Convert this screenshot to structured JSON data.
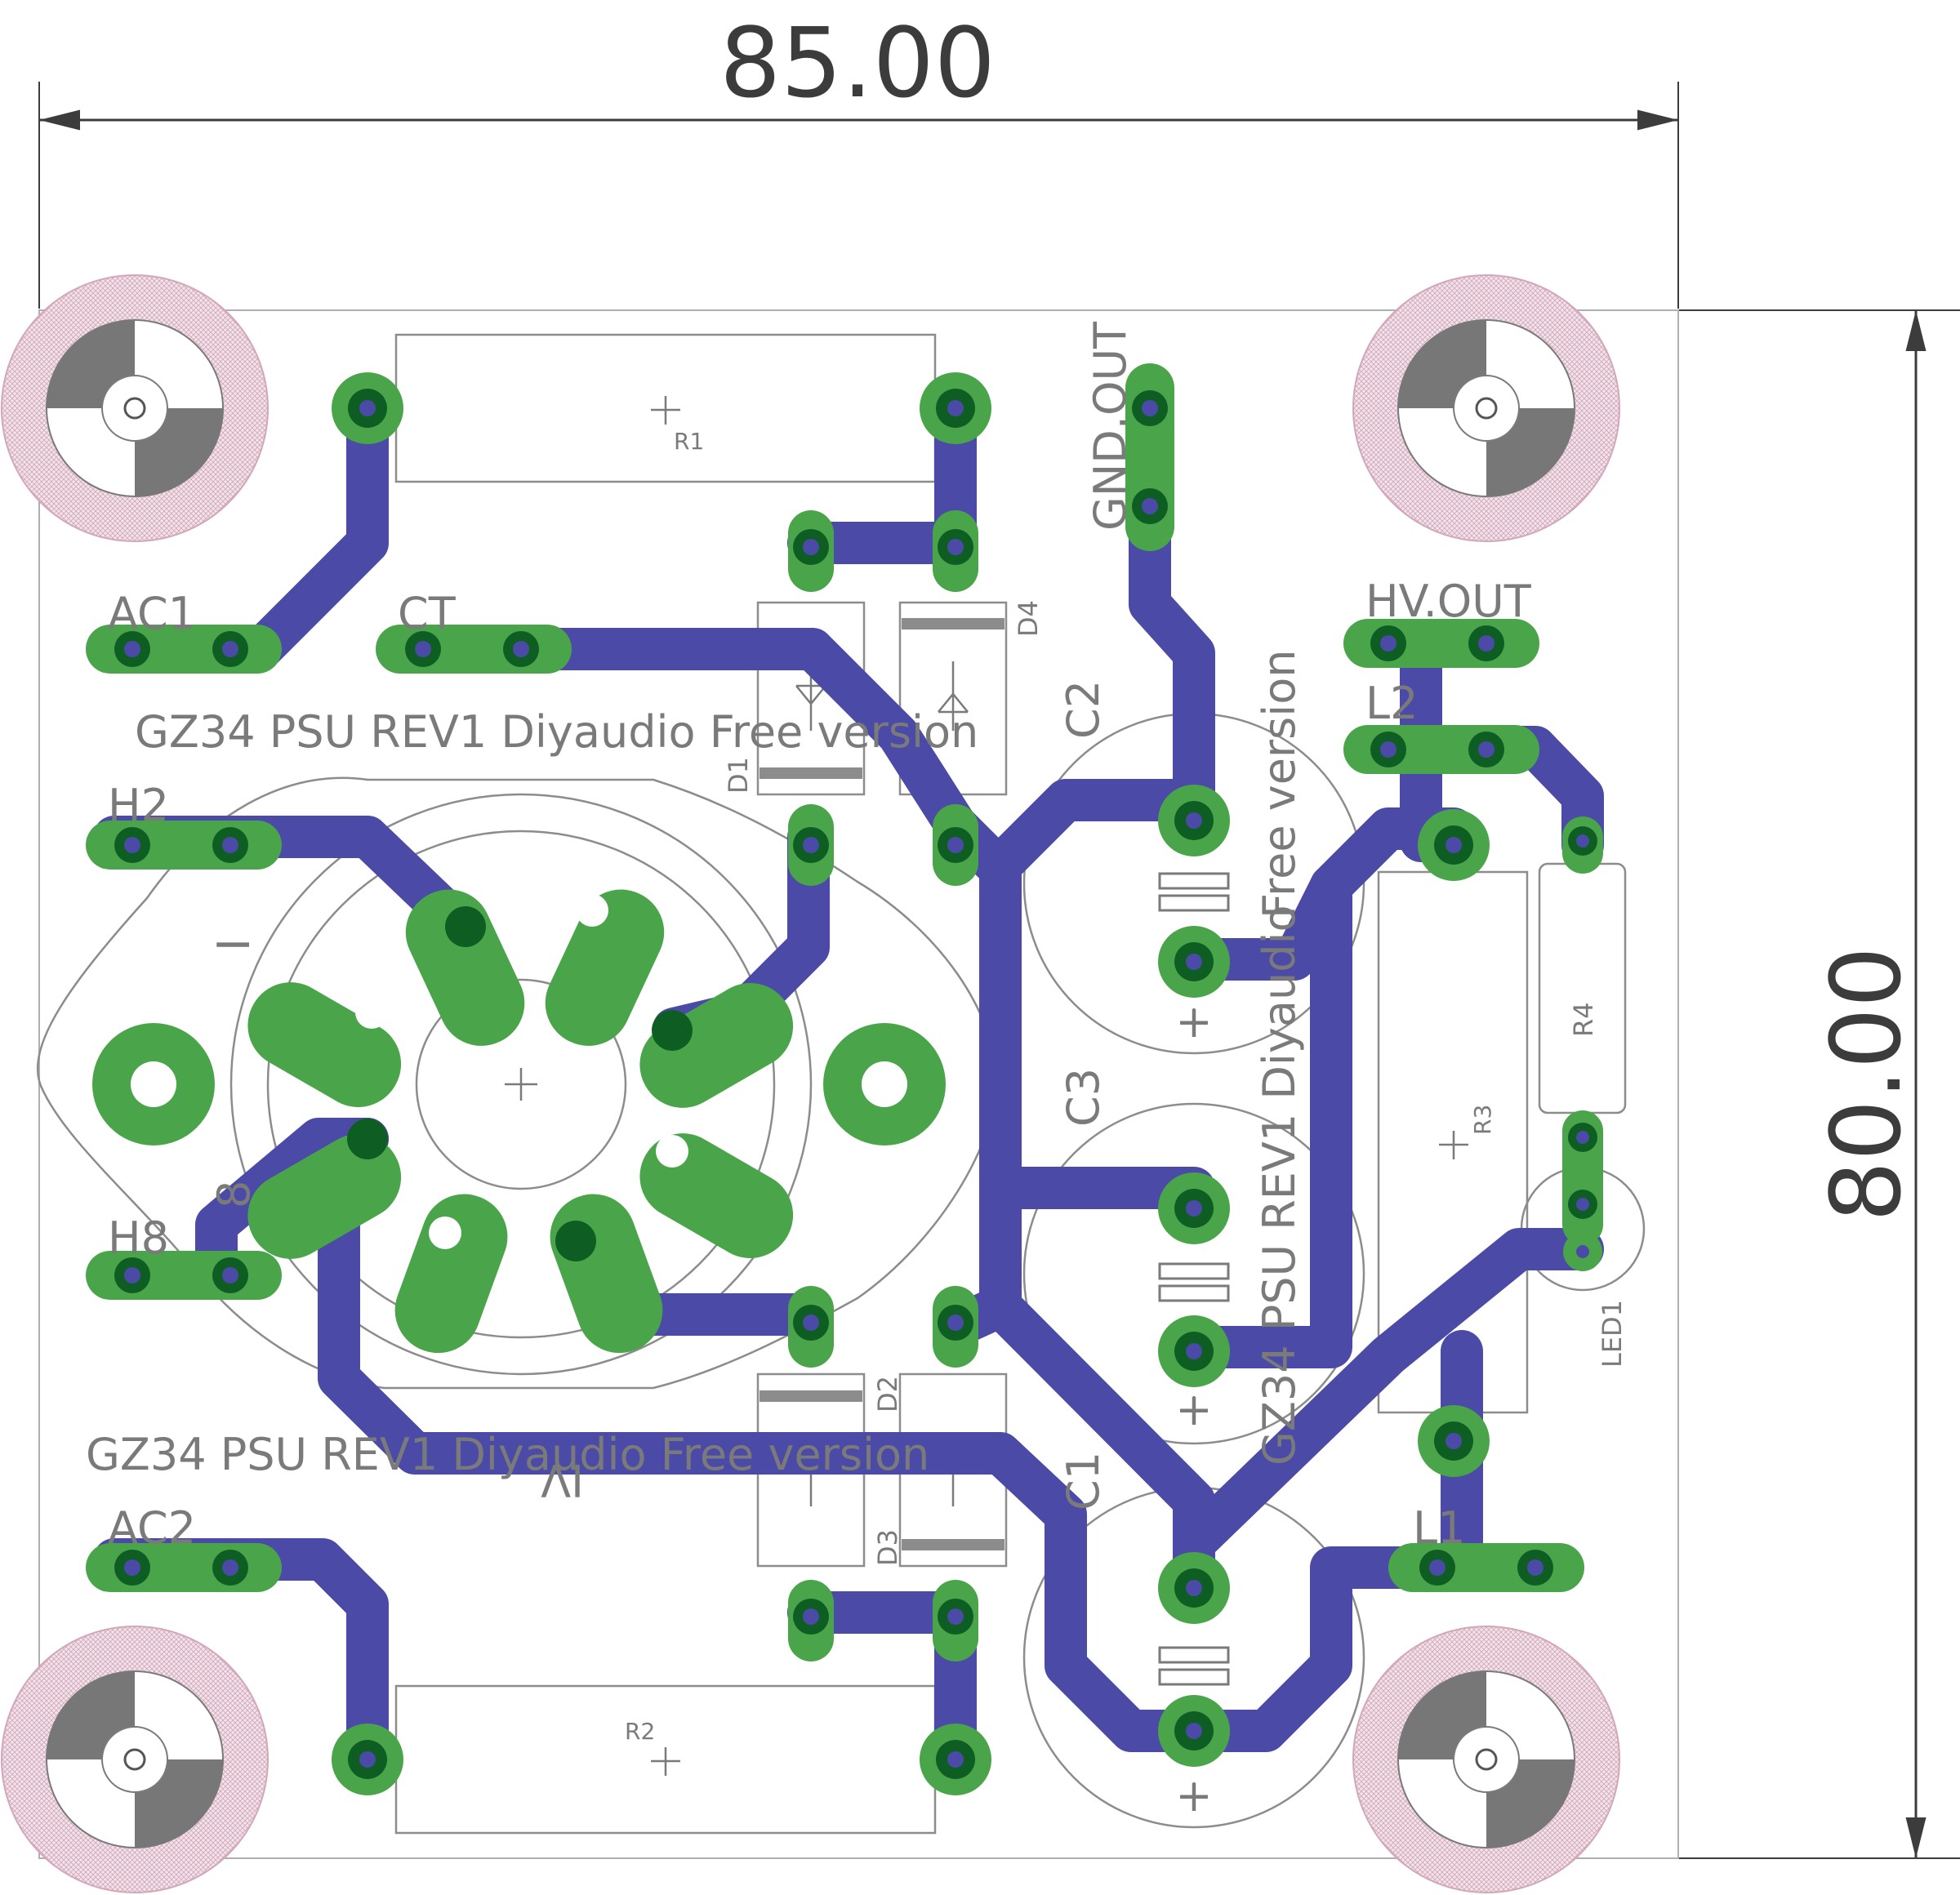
{
  "board": {
    "width_dim": "85.00",
    "height_dim": "80.00",
    "title_line_top": "GZ34 PSU REV1 Diyaudio Free version",
    "title_line_bottom": "GZ34 PSU REV1 Diyaudio Free version",
    "title_line_vertical_1": "Free version",
    "title_line_vertical_2": "GZ34 PSU REV1 Diyaudio"
  },
  "connectors": {
    "ac1": "AC1",
    "ct": "CT",
    "h2": "H2",
    "h8": "H8",
    "ac2": "AC2",
    "gnd_out": "GND.OUT",
    "hv_out": "HV.OUT",
    "l2": "L2",
    "l1": "L1"
  },
  "components": {
    "r1": "R1",
    "r2": "R2",
    "r3": "R3",
    "r4": "R4",
    "d1": "D1",
    "d2": "D2",
    "d3": "D3",
    "d4": "D4",
    "c1": "C1",
    "c2": "C2",
    "c3": "C3",
    "led1": "LED1",
    "tube_i": "I",
    "tube_8": "8",
    "tube_iv": "IV"
  },
  "polarity": {
    "plus": "+"
  },
  "colors": {
    "trace": "#4b4aa6",
    "pad": "#4aa54a",
    "pad_inner": "#0e5e24",
    "silkscreen": "#7a7a7a",
    "mount_hole": "#c8a4b4"
  }
}
